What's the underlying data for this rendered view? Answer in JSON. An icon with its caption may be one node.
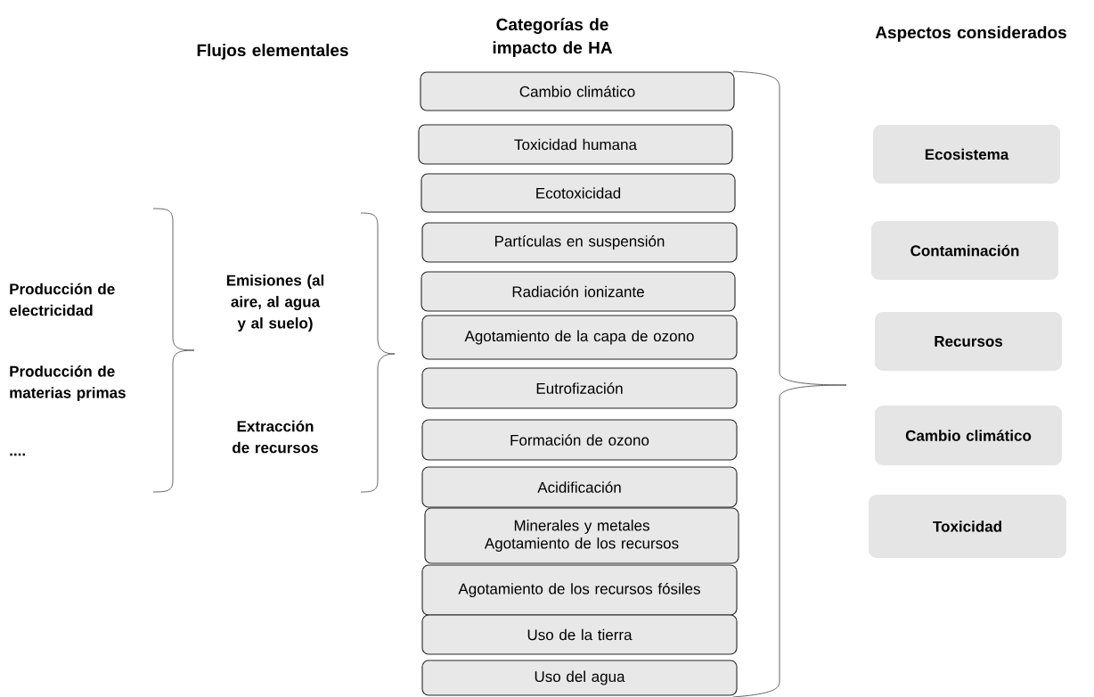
{
  "diagram": {
    "nodes": [
      {
        "text": [
          "Cambio climático"
        ]
      },
      {
        "text": [
          "Toxicidad humana"
        ]
      },
      {
        "text": [
          "Ecotoxicidad"
        ]
      },
      {
        "text": [
          "Partículas en suspensión"
        ]
      },
      {
        "text": [
          "Radiación ionizante"
        ]
      },
      {
        "text": [
          "Agotamiento de la capa de ozono"
        ]
      },
      {
        "text": [
          "Eutrofización"
        ]
      },
      {
        "text": [
          "Formación de ozono"
        ]
      },
      {
        "text": [
          "Acidificación"
        ]
      },
      {
        "text": [
          "Minerales y metales Agotamiento de los recursos"
        ]
      },
      {
        "text": [
          "Agotamiento de los recursos fósiles"
        ]
      },
      {
        "text": [
          "Uso de la tierra"
        ]
      },
      {
        "text": [
          "Uso del agua"
        ]
      },
      {
        "text": [
          "Ecosistema"
        ]
      },
      {
        "text": [
          "Contaminación"
        ]
      },
      {
        "text": [
          "Recursos"
        ]
      },
      {
        "text": [
          "Cambio climático"
        ]
      },
      {
        "text": [
          "Toxicidad"
        ]
      }
    ],
    "labels": [
      "Flujos elementales",
      "Categorías de impacto de HA",
      "Aspectos considerados",
      "Emisiones (al aire, al agua y al suelo)",
      "Producción de electricidad",
      "Producción de materias primas",
      "Extracción de recursos",
      "...."
    ]
  }
}
